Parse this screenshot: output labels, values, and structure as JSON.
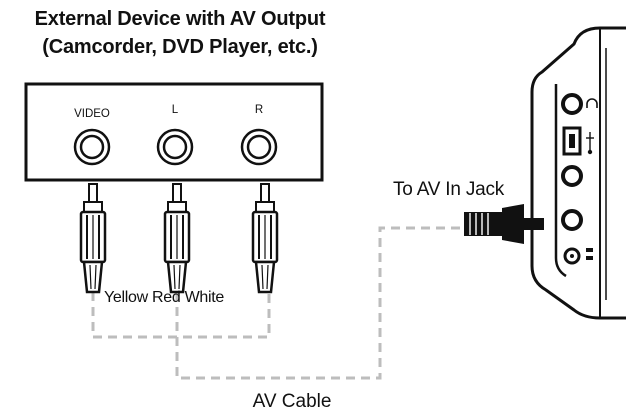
{
  "title": {
    "line1": "External Device with AV Output",
    "line2": "(Camcorder, DVD Player, etc.)"
  },
  "ports": {
    "video": "VIDEO",
    "left": "L",
    "right": "R"
  },
  "plug_colors_label": "Yellow Red White",
  "jack_label": "To AV In Jack",
  "cable_label": "AV Cable",
  "colors": {
    "line": "#111111",
    "cable": "#bdbdbd",
    "panel_fill": "#ffffff"
  }
}
